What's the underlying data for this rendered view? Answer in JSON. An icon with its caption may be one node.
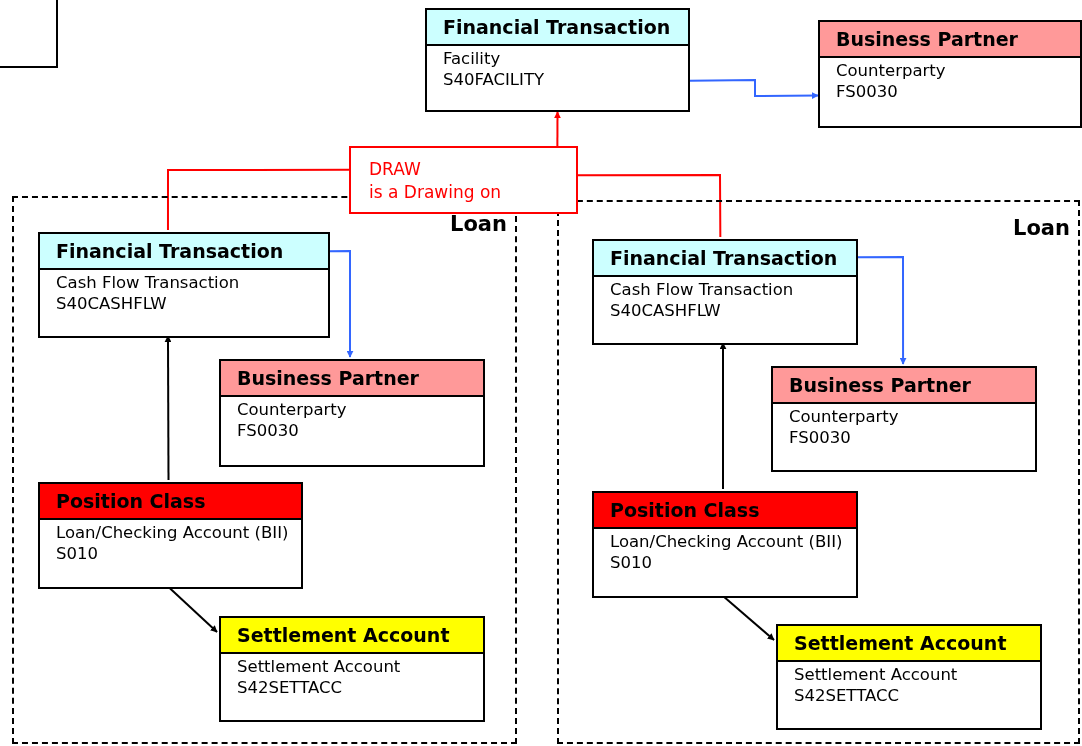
{
  "diagram": {
    "nodes": [
      {
        "text": [],
        "shape": "box"
      },
      {
        "text": [
          "Financial Transaction",
          "Facility",
          "S40FACILITY"
        ]
      },
      {
        "text": [
          "Business Partner",
          "Counterparty",
          "FS0030"
        ]
      },
      {
        "text": [
          "DRAW",
          "is a Drawing on"
        ]
      },
      {
        "text": [
          "Loan"
        ]
      },
      {
        "text": [
          "Financial Transaction",
          "Cash Flow Transaction",
          "S40CASHFLW"
        ],
        "in": 4
      },
      {
        "text": [
          "Business Partner",
          "Counterparty",
          "FS0030"
        ],
        "in": 4
      },
      {
        "text": [
          "Position Class",
          "Loan/Checking Account (BII)",
          "S010"
        ],
        "in": 4
      },
      {
        "text": [
          "Settlement Account",
          "Settlement Account",
          "S42SETTACC"
        ],
        "in": 4
      },
      {
        "text": [
          "Loan"
        ]
      },
      {
        "text": [
          "Financial Transaction",
          "Cash Flow Transaction",
          "S40CASHFLW"
        ],
        "in": 9
      },
      {
        "text": [
          "Business Partner",
          "Counterparty",
          "FS0030"
        ],
        "in": 9
      },
      {
        "text": [
          "Position Class",
          "Loan/Checking Account (BII)",
          "S010"
        ],
        "in": 9
      },
      {
        "text": [
          "Settlement Account",
          "Settlement Account",
          "S42SETTACC"
        ],
        "in": 9
      }
    ],
    "edges": [
      {
        "from": 1,
        "to": 2,
        "arrow": "to",
        "color": "#3366ff"
      },
      {
        "from": 3,
        "to": 1,
        "arrow": "to",
        "color": "#ff0000"
      },
      {
        "from": 5,
        "to": 3,
        "arrow": "none",
        "color": "#ff0000"
      },
      {
        "from": 10,
        "to": 3,
        "arrow": "none",
        "color": "#ff0000"
      },
      {
        "from": 5,
        "to": 6,
        "arrow": "to",
        "color": "#3366ff"
      },
      {
        "from": 7,
        "to": 5,
        "arrow": "to"
      },
      {
        "from": 7,
        "to": 8,
        "arrow": "to"
      },
      {
        "from": 10,
        "to": 11,
        "arrow": "to",
        "color": "#3366ff"
      },
      {
        "from": 12,
        "to": 10,
        "arrow": "to"
      },
      {
        "from": 12,
        "to": 13,
        "arrow": "to"
      }
    ]
  }
}
